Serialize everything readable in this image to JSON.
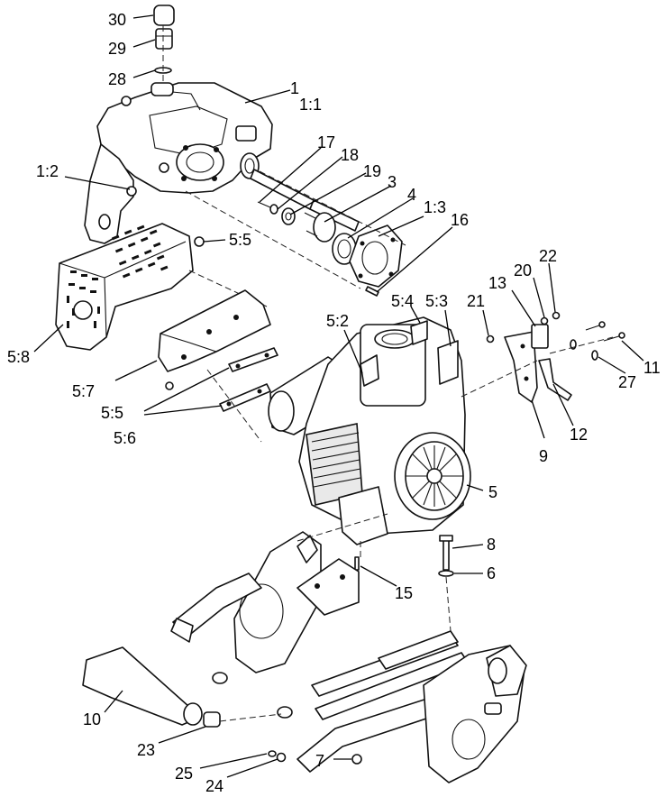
{
  "labels": {
    "p30": "30",
    "p29": "29",
    "p28": "28",
    "p1": "1",
    "p1_1": "1:1",
    "p1_2": "1:2",
    "p17": "17",
    "p18": "18",
    "p19": "19",
    "p3": "3",
    "p4": "4",
    "p1_3": "1:3",
    "p16": "16",
    "p5_5a": "5:5",
    "p5_8": "5:8",
    "p22": "22",
    "p20": "20",
    "p13": "13",
    "p21": "21",
    "p5_4": "5:4",
    "p5_3": "5:3",
    "p5_2": "5:2",
    "p11": "11",
    "p27": "27",
    "p5_7": "5:7",
    "p5_5b": "5:5",
    "p5_6": "5:6",
    "p12": "12",
    "p9": "9",
    "p5": "5",
    "p8": "8",
    "p6": "6",
    "p15": "15",
    "p10": "10",
    "p23": "23",
    "p7": "7",
    "p25": "25",
    "p24": "24"
  }
}
